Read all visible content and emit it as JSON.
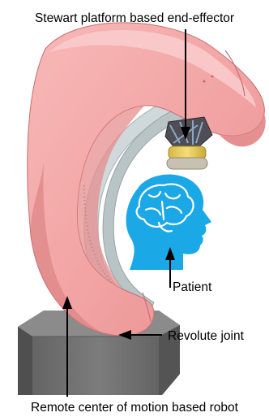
{
  "labels": {
    "end_effector": "Stewart platform based end-effector",
    "patient": "Patient",
    "revolute_joint": "Revolute joint",
    "rcm_robot": "Remote center of motion based robot"
  },
  "colors": {
    "arc_pink": "#f2a3a3",
    "arc_light": "#f9c7c6",
    "arc_dark": "#d98080",
    "base_gray": "#6e6e6e",
    "base_light": "#9a9a9a",
    "rail_blue_gray": "#c9d3d6",
    "patient_blue": "#1aa8e6",
    "end_effector_yellow": "#f2d76b"
  }
}
